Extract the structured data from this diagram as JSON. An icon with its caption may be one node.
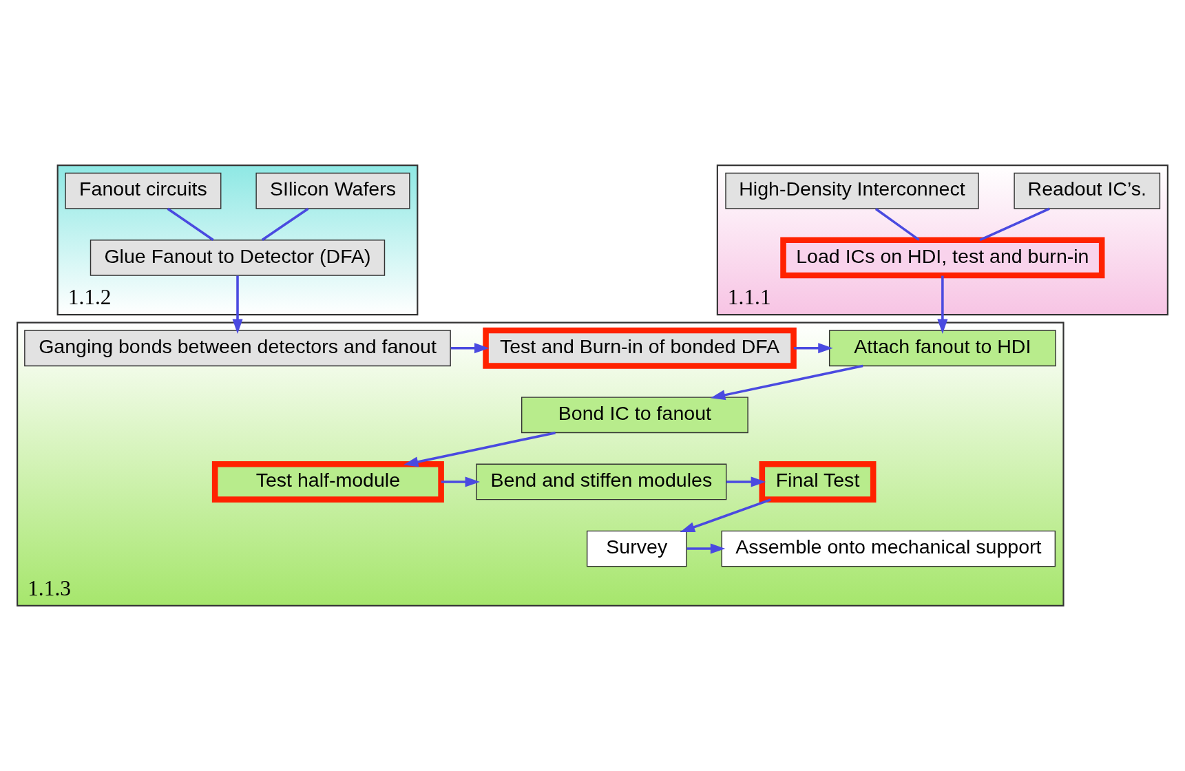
{
  "diagram": {
    "nodes": [
      {
        "text": [
          "1.1.2"
        ]
      },
      {
        "text": [
          "SIlicon Wafers"
        ],
        "in": 0
      },
      {
        "text": [
          "Fanout circuits"
        ],
        "in": 0
      },
      {
        "text": [
          "Glue Fanout to Detector (DFA)"
        ],
        "in": 0
      },
      {
        "text": [
          "1.1.1"
        ]
      },
      {
        "text": [
          "Readout IC’s."
        ],
        "in": 4
      },
      {
        "text": [
          "High-Density Interconnect"
        ],
        "in": 4
      },
      {
        "text": [
          "Load ICs on HDI, test and burn-in"
        ],
        "in": 4
      },
      {
        "text": [
          "1.1.3"
        ]
      },
      {
        "text": [
          "Ganging bonds between detectors and fanout"
        ],
        "in": 8
      },
      {
        "text": [
          "Test and Burn-in of bonded DFA"
        ],
        "in": 8
      },
      {
        "text": [
          "Attach fanout to HDI"
        ],
        "in": 8
      },
      {
        "text": [
          "Bond IC to fanout"
        ],
        "in": 8
      },
      {
        "text": [
          "Test half-module"
        ],
        "in": 8
      },
      {
        "text": [
          "Bend and stiffen modules"
        ],
        "in": 8
      },
      {
        "text": [
          "Final Test"
        ],
        "in": 8
      },
      {
        "text": [
          "Survey"
        ],
        "in": 8
      },
      {
        "text": [
          "Assemble onto mechanical support"
        ],
        "in": 8
      }
    ],
    "edges": [
      {
        "from": 1,
        "to": 3,
        "arrow": "none"
      },
      {
        "from": 2,
        "to": 3,
        "arrow": "none"
      },
      {
        "from": 5,
        "to": 7,
        "arrow": "none"
      },
      {
        "from": 6,
        "to": 7,
        "arrow": "none"
      },
      {
        "from": 3,
        "to": 9,
        "arrow": "to"
      },
      {
        "from": 7,
        "to": 11,
        "arrow": "to"
      },
      {
        "from": 9,
        "to": 10,
        "arrow": "to"
      },
      {
        "from": 10,
        "to": 11,
        "arrow": "to"
      },
      {
        "from": 11,
        "to": 12,
        "arrow": "to"
      },
      {
        "from": 12,
        "to": 13,
        "arrow": "to"
      },
      {
        "from": 13,
        "to": 14,
        "arrow": "to"
      },
      {
        "from": 14,
        "to": 15,
        "arrow": "to"
      },
      {
        "from": 15,
        "to": 16,
        "arrow": "to"
      },
      {
        "from": 16,
        "to": 17,
        "arrow": "to"
      }
    ]
  }
}
